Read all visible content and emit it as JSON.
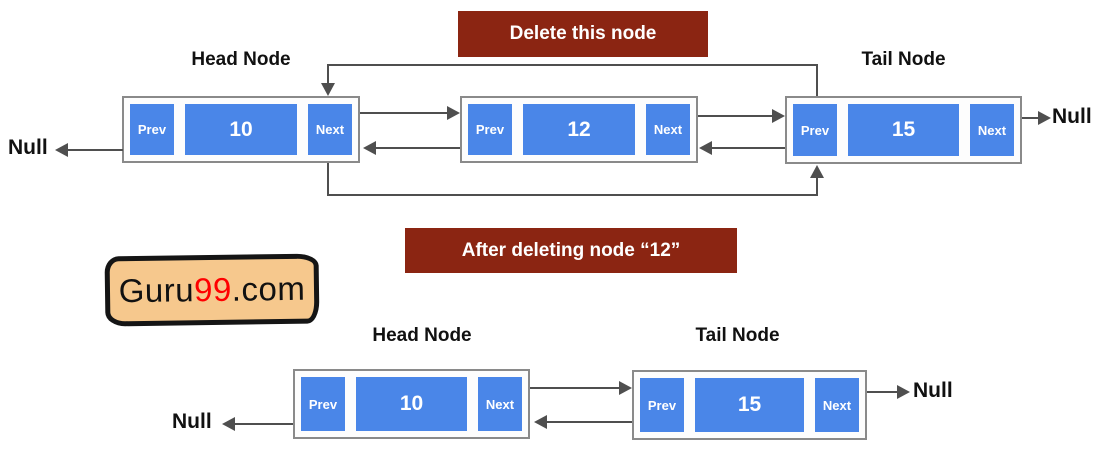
{
  "colors": {
    "cell_blue": "#4A86E8",
    "banner_red": "#8B2512",
    "arrow_gray": "#4F4F4F",
    "logo_tan": "#F6C88D",
    "logo_accent_red": "#FF0000"
  },
  "top_section": {
    "banner": "Delete this node",
    "head_label": "Head Node",
    "tail_label": "Tail Node",
    "null_left": "Null",
    "null_right": "Null",
    "nodes": [
      {
        "prev": "Prev",
        "value": "10",
        "next": "Next"
      },
      {
        "prev": "Prev",
        "value": "12",
        "next": "Next"
      },
      {
        "prev": "Prev",
        "value": "15",
        "next": "Next"
      }
    ]
  },
  "bottom_section": {
    "banner": "After deleting node “12”",
    "head_label": "Head Node",
    "tail_label": "Tail Node",
    "null_left": "Null",
    "null_right": "Null",
    "nodes": [
      {
        "prev": "Prev",
        "value": "10",
        "next": "Next"
      },
      {
        "prev": "Prev",
        "value": "15",
        "next": "Next"
      }
    ]
  },
  "logo": {
    "part1": "Guru",
    "part2": "99",
    "part3": ".com"
  }
}
